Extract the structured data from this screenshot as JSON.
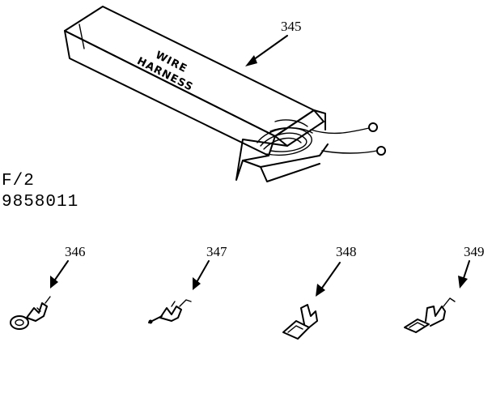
{
  "box_text": {
    "line1": "WIRE",
    "line2": "HARNESS"
  },
  "part_code": {
    "line1": "F/2",
    "line2": "9858011"
  },
  "callouts": [
    {
      "id": "345",
      "label": "345"
    },
    {
      "id": "346",
      "label": "346"
    },
    {
      "id": "347",
      "label": "347"
    },
    {
      "id": "348",
      "label": "348"
    },
    {
      "id": "349",
      "label": "349"
    }
  ]
}
